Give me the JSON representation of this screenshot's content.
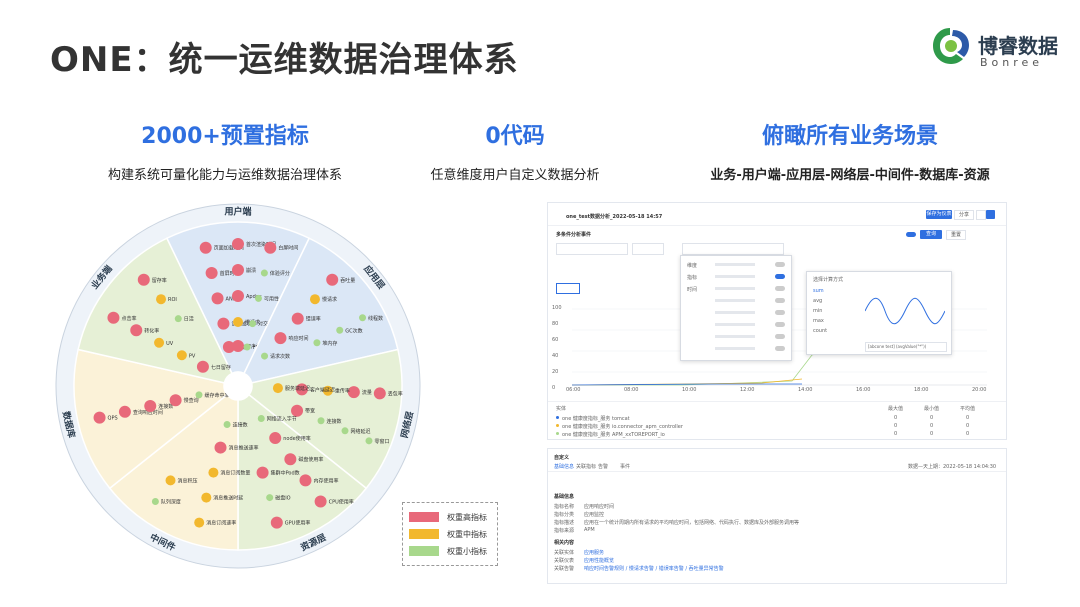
{
  "title": "ONE：统一运维数据治理体系",
  "logo": {
    "name": "博睿数据",
    "en": "Bonree"
  },
  "columns": [
    {
      "heading": "2000+预置指标",
      "sub": "构建系统可量化能力与运维数据治理体系"
    },
    {
      "heading": "0代码",
      "sub": "任意维度用户自定义数据分析"
    },
    {
      "heading": "俯瞰所有业务场景",
      "sub": "业务-用户端-应用层-网络层-中间件-数据库-资源"
    }
  ],
  "colors": {
    "high": "#e8697a",
    "mid": "#f2b82e",
    "low": "#a8d88c",
    "accent": "#2f6fe0"
  },
  "wheel": {
    "sectors": [
      {
        "label": "用户端",
        "color": "#dbe7f6",
        "items": [
          {
            "t": "页面加载时间",
            "w": "high"
          },
          {
            "t": "首屏时间",
            "w": "high"
          },
          {
            "t": "ANR",
            "w": "high"
          },
          {
            "t": "请求成功率",
            "w": "high"
          },
          {
            "t": "卡顿",
            "w": "high"
          },
          {
            "t": "首次渲染时间",
            "w": "high"
          },
          {
            "t": "崩溃",
            "w": "high"
          },
          {
            "t": "Apdex",
            "w": "high"
          },
          {
            "t": "慢请求",
            "w": "mid"
          },
          {
            "t": "用户访问量",
            "w": "high"
          },
          {
            "t": "白屏时间",
            "w": "high"
          },
          {
            "t": "体验评分",
            "w": "low"
          },
          {
            "t": "可用性",
            "w": "low"
          },
          {
            "t": "对交互时间",
            "w": "low"
          },
          {
            "t": "FPS",
            "w": "low"
          }
        ]
      },
      {
        "label": "应用层",
        "color": "#dbe7f6",
        "items": [
          {
            "t": "吞吐量",
            "w": "high"
          },
          {
            "t": "慢请求",
            "w": "mid"
          },
          {
            "t": "错误率",
            "w": "high"
          },
          {
            "t": "响应时间",
            "w": "high"
          },
          {
            "t": "请求次数",
            "w": "low"
          },
          {
            "t": "线程数",
            "w": "low"
          },
          {
            "t": "GC次数",
            "w": "low"
          },
          {
            "t": "堆内存",
            "w": "low"
          }
        ]
      },
      {
        "label": "网络层",
        "color": "#e6f0d6",
        "items": [
          {
            "t": "丢包率",
            "w": "high"
          },
          {
            "t": "流量",
            "w": "high"
          },
          {
            "t": "重传率",
            "w": "mid"
          },
          {
            "t": "客户端延迟",
            "w": "high"
          },
          {
            "t": "服务端延迟",
            "w": "mid"
          },
          {
            "t": "零窗口",
            "w": "low"
          },
          {
            "t": "网络延迟",
            "w": "low"
          },
          {
            "t": "连接数",
            "w": "low"
          },
          {
            "t": "带宽",
            "w": "high"
          }
        ]
      },
      {
        "label": "资源层",
        "color": "#e6f0d6",
        "items": [
          {
            "t": "CPU使用率",
            "w": "high"
          },
          {
            "t": "内存使用率",
            "w": "high"
          },
          {
            "t": "磁盘使用率",
            "w": "high"
          },
          {
            "t": "node使用率",
            "w": "high"
          },
          {
            "t": "网络流入字节",
            "w": "low"
          },
          {
            "t": "GPU使用率",
            "w": "high"
          },
          {
            "t": "磁盘IO",
            "w": "low"
          },
          {
            "t": "集群中Pod数",
            "w": "high"
          }
        ]
      },
      {
        "label": "中间件",
        "color": "#fbf2d8",
        "items": [
          {
            "t": "消息订阅速率",
            "w": "mid"
          },
          {
            "t": "消息推送时延",
            "w": "mid"
          },
          {
            "t": "消息订阅数量",
            "w": "mid"
          },
          {
            "t": "消息推送速率",
            "w": "high"
          },
          {
            "t": "连接数",
            "w": "low"
          },
          {
            "t": "队列深度",
            "w": "low"
          },
          {
            "t": "消息积压",
            "w": "mid"
          }
        ]
      },
      {
        "label": "数据库",
        "color": "#fbf2d8",
        "items": [
          {
            "t": "QPS",
            "w": "high"
          },
          {
            "t": "查询响应时间",
            "w": "high"
          },
          {
            "t": "连接数",
            "w": "high"
          },
          {
            "t": "慢查询",
            "w": "high"
          },
          {
            "t": "缓存命中率",
            "w": "low"
          }
        ]
      },
      {
        "label": "业务端",
        "color": "#e6f0d6",
        "items": [
          {
            "t": "点击率",
            "w": "high"
          },
          {
            "t": "转化率",
            "w": "high"
          },
          {
            "t": "UV",
            "w": "mid"
          },
          {
            "t": "PV",
            "w": "mid"
          },
          {
            "t": "七日留存",
            "w": "high"
          },
          {
            "t": "留存率",
            "w": "high"
          },
          {
            "t": "ROI",
            "w": "mid"
          },
          {
            "t": "日活",
            "w": "low"
          }
        ]
      }
    ]
  },
  "legend": [
    {
      "label": "权重高指标",
      "w": "high"
    },
    {
      "label": "权重中指标",
      "w": "mid"
    },
    {
      "label": "权重小指标",
      "w": "low"
    }
  ],
  "dashboard": {
    "title": "one_test数据分析_2022-05-18 14:57",
    "save_label": "保存为仪表",
    "share_label": "分享",
    "panel_title": "多条件分析事件",
    "query_label": "查询",
    "reset_label": "重置",
    "popup_left": [
      "维度",
      "指标",
      "时间"
    ],
    "popup_title": "选择计算方式",
    "popup_options": [
      "sum",
      "avg",
      "min",
      "max",
      "count"
    ],
    "expr": "[abcone test] (avgValue(\"*\"))",
    "xaxis": [
      "06:00",
      "08:00",
      "10:00",
      "12:00",
      "14:00",
      "16:00",
      "18:00",
      "20:00"
    ],
    "yaxis": [
      "100",
      "80",
      "60",
      "40",
      "20",
      "0"
    ],
    "table_head": [
      "实体",
      "最大值",
      "最小值",
      "平均值"
    ],
    "table_rows": [
      {
        "name": "one 健康度指标_服务 tomcat",
        "v": [
          "0",
          "0",
          "0"
        ]
      },
      {
        "name": "one 健康度指标_服务 io.connector_apm_controller",
        "v": [
          "0",
          "0",
          "0"
        ]
      },
      {
        "name": "one 健康度指标_服务 APM_xxTOREPORT_io",
        "v": [
          "0",
          "0",
          "0"
        ]
      }
    ]
  },
  "detail": {
    "title": "自定义",
    "tabs": [
      "基础信息",
      "关联指标",
      "告警",
      "事件"
    ],
    "time": "数据—天上期：2022-05-18 14:04:30",
    "section1": "基础信息",
    "fields": [
      {
        "k": "指标名称",
        "v": "应用响应时间"
      },
      {
        "k": "指标分类",
        "v": "应用监控"
      },
      {
        "k": "指标描述",
        "v": "应用在一个统计周期内所有请求的平均响应时间，包括网络、代码执行、数据库及外部服务调用等"
      },
      {
        "k": "指标来源",
        "v": "APM"
      }
    ],
    "section2": "相关内容",
    "fields2": [
      {
        "k": "关联实体",
        "v": "应用服务"
      },
      {
        "k": "关联仪表",
        "v": "应用性能概览"
      },
      {
        "k": "关联告警",
        "v": "响应时间告警规则 / 慢请求告警 / 错误率告警 / 吞吐量异常告警"
      }
    ]
  }
}
